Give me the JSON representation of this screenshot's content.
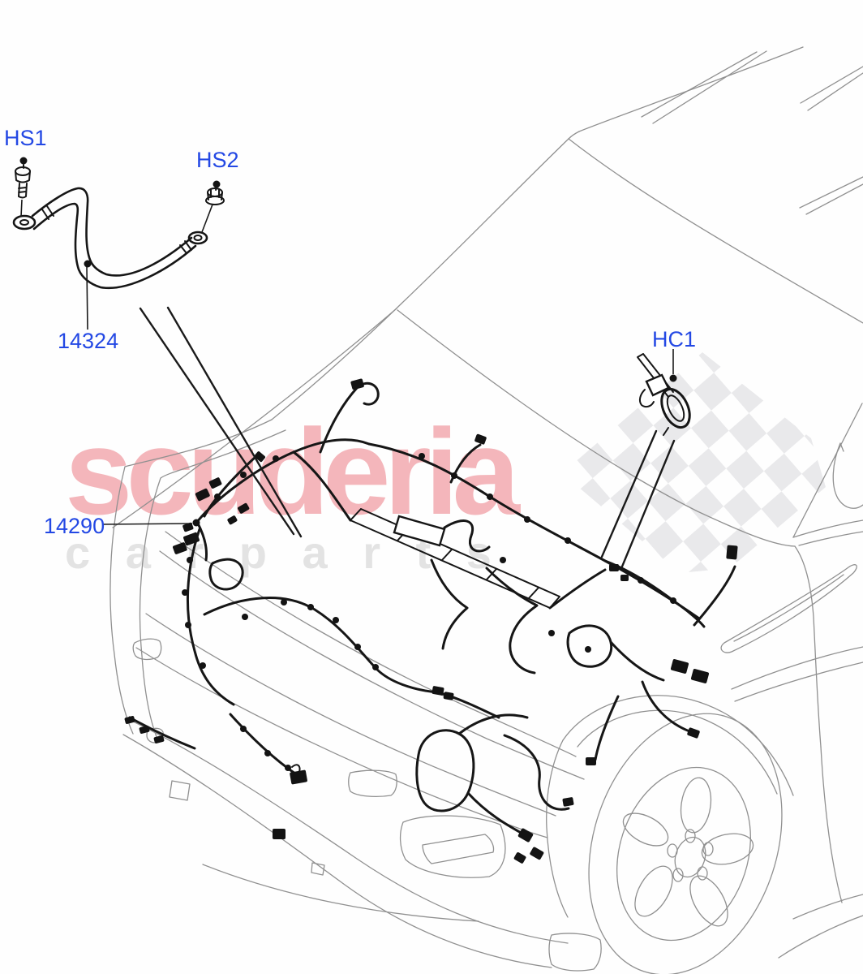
{
  "watermark": {
    "line1": "scuderia",
    "line2": "c a r p a r t s"
  },
  "labels": [
    {
      "text": "HS1"
    },
    {
      "text": "HS2"
    },
    {
      "text": "14324"
    },
    {
      "text": "14290"
    },
    {
      "text": "HC1"
    }
  ],
  "colors": {
    "label_blue": "#2348e4",
    "watermark_pink": "#f4b6bb",
    "watermark_gray": "#e3e3e3",
    "body_line_gray": "#909090",
    "harness_black": "#161616",
    "flag_gray": "#e9e9eb"
  }
}
